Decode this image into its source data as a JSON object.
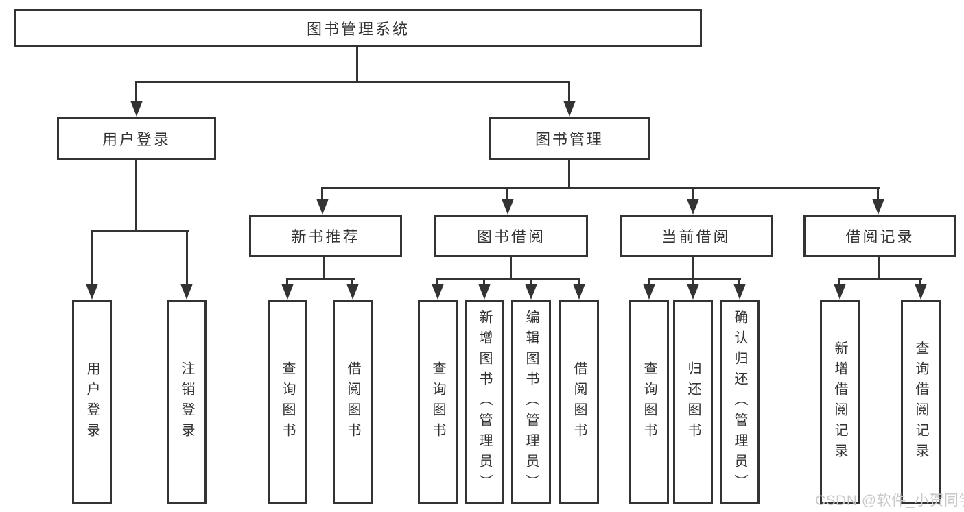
{
  "tree": {
    "label": "图书管理系统",
    "children": [
      {
        "label": "用户登录",
        "children": [
          {
            "label": "用户登录"
          },
          {
            "label": "注销登录"
          }
        ]
      },
      {
        "label": "图书管理",
        "children": [
          {
            "label": "新书推荐",
            "children": [
              {
                "label": "查询图书"
              },
              {
                "label": "借阅图书"
              }
            ]
          },
          {
            "label": "图书借阅",
            "children": [
              {
                "label": "查询图书"
              },
              {
                "label": "新增图书（管理员）"
              },
              {
                "label": "编辑图书（管理员）"
              },
              {
                "label": "借阅图书"
              }
            ]
          },
          {
            "label": "当前借阅",
            "children": [
              {
                "label": "查询图书"
              },
              {
                "label": "归还图书"
              },
              {
                "label": "确认归还（管理员）"
              }
            ]
          },
          {
            "label": "借阅记录",
            "children": [
              {
                "label": "新增借阅记录"
              },
              {
                "label": "查询借阅记录"
              }
            ]
          }
        ]
      }
    ]
  },
  "watermark": {
    "text": "CSDN @软件_小贺同学"
  },
  "colors": {
    "line": "#333333",
    "text": "#333333",
    "background": "#ffffff",
    "watermark": "#c9c9c9"
  }
}
